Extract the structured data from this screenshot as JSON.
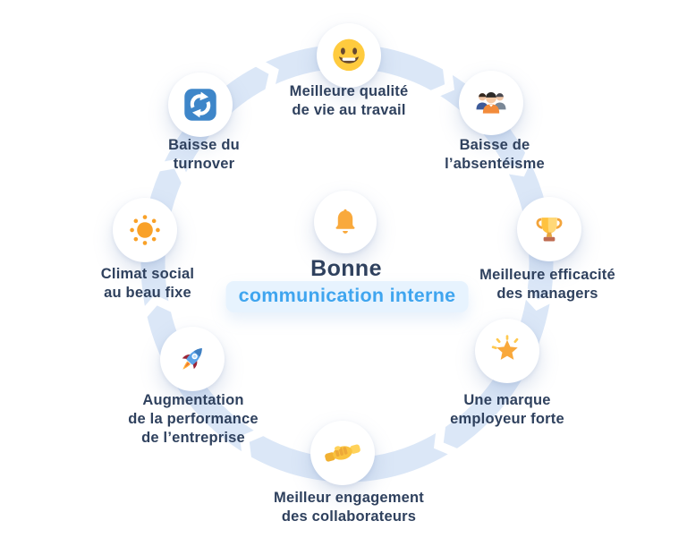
{
  "center": {
    "icon": "bell-icon",
    "title_line1": "Bonne",
    "title_line2": "communication interne"
  },
  "items": [
    {
      "id": "qualite-de-vie",
      "icon": "smiley-icon",
      "label": "Meilleure qualité\nde vie au travail"
    },
    {
      "id": "absenteisme",
      "icon": "people-group-icon",
      "label": "Baisse de\nl’absentéisme"
    },
    {
      "id": "efficacite-managers",
      "icon": "trophy-icon",
      "label": "Meilleure efficacité\ndes managers"
    },
    {
      "id": "marque-employeur",
      "icon": "star-icon",
      "label": "Une marque\nemployeur forte"
    },
    {
      "id": "engagement",
      "icon": "handshake-icon",
      "label": "Meilleur engagement\ndes collaborateurs"
    },
    {
      "id": "performance",
      "icon": "rocket-icon",
      "label": "Augmentation\nde la performance\nde l’entreprise"
    },
    {
      "id": "climat-social",
      "icon": "sun-icon",
      "label": "Climat social\nau beau fixe"
    },
    {
      "id": "turnover",
      "icon": "refresh-icon",
      "label": "Baisse du\nturnover"
    }
  ],
  "colors": {
    "ring": "#DBE7F7",
    "label_navy": "#2F415E",
    "accent_blue": "#3FA5EF",
    "highlight_bg": "#E7F3FE",
    "icon_orange": "#F9A93C"
  }
}
